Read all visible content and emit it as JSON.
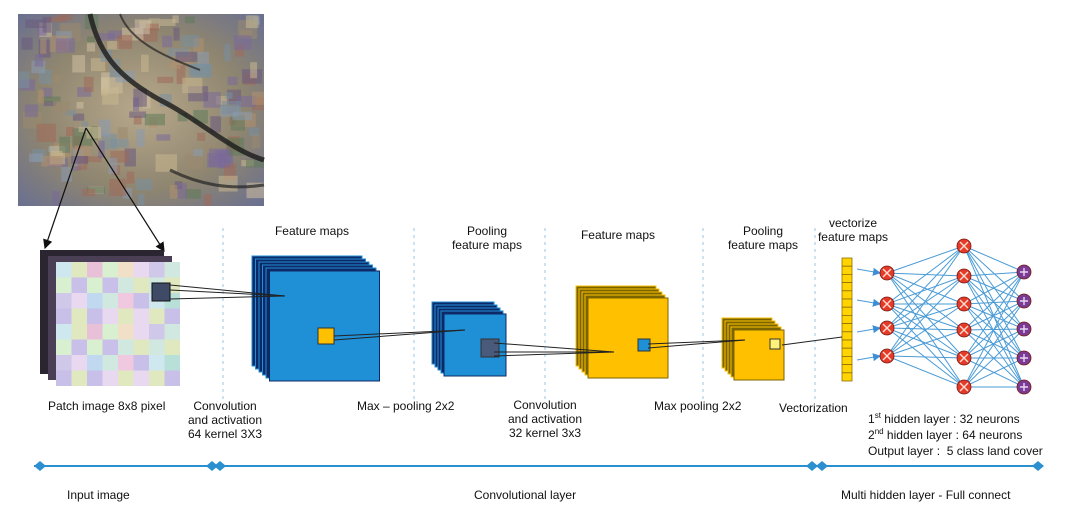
{
  "labels": {
    "feature_maps_1": "Feature maps",
    "pooling_1": "Pooling\nfeature maps",
    "feature_maps_2": "Feature maps",
    "pooling_2": "Pooling\nfeature maps",
    "vectorize": "vectorize\nfeature maps",
    "patch_image": "Patch image 8x8 pixel",
    "conv1": "Convolution\nand activation\n64 kernel 3X3",
    "maxpool1": "Max – pooling 2x2",
    "conv2": "Convolution\nand activation\n32 kernel 3x3",
    "maxpool2": "Max pooling 2x2",
    "vectorization": "Vectorization"
  },
  "layers_text": {
    "hidden1_prefix": "1",
    "hidden1_sup": "st",
    "hidden1_rest": " hidden layer : 32 neurons",
    "hidden2_prefix": "2",
    "hidden2_sup": "nd",
    "hidden2_rest": " hidden layer : 64 neurons",
    "output": "Output layer :  5 class land cover"
  },
  "sections": {
    "input": "Input image",
    "conv": "Convolutional layer",
    "fc": "Multi hidden layer - Full connect"
  },
  "colors": {
    "blue_map": "#1f8fd6",
    "blue_dark": "#0d2a66",
    "yellow_map": "#ffc000",
    "yellow_dark": "#7a6400",
    "neuron_red": "#e53a2a",
    "neuron_purple": "#7b3a96",
    "connection": "#4a9bd6",
    "section_line": "#2b8fd0"
  }
}
